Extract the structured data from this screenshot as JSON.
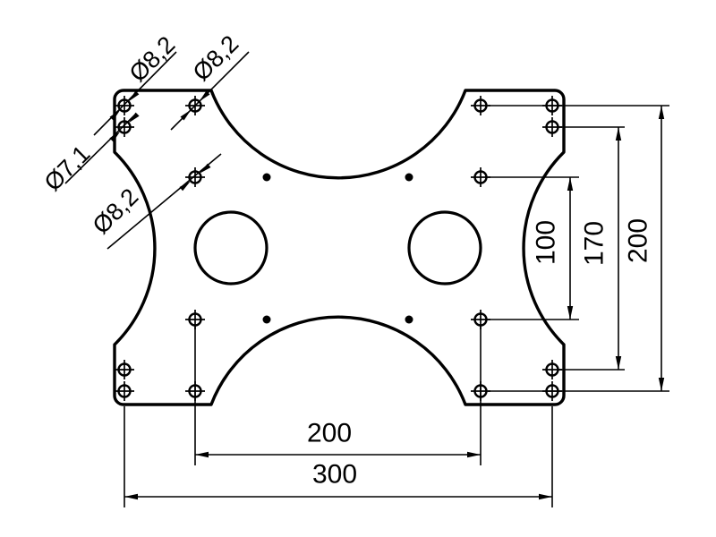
{
  "drawing": {
    "background_color": "#ffffff",
    "line_color": "#000000",
    "diameter_dimensions": [
      {
        "label": "Ø8,2",
        "value": 8.2,
        "target": "corner-hole-top-left"
      },
      {
        "label": "Ø8,2",
        "value": 8.2,
        "target": "top-inner-hole"
      },
      {
        "label": "Ø7,1",
        "value": 7.1,
        "target": "corner-hole-lower"
      },
      {
        "label": "Ø8,2",
        "value": 8.2,
        "target": "mid-inner-hole"
      }
    ],
    "linear_dimensions": [
      {
        "label": "100",
        "value": 100,
        "orientation": "vertical",
        "side": "right"
      },
      {
        "label": "170",
        "value": 170,
        "orientation": "vertical",
        "side": "right"
      },
      {
        "label": "200",
        "value": 200,
        "orientation": "vertical",
        "side": "right"
      },
      {
        "label": "200",
        "value": 200,
        "orientation": "horizontal",
        "side": "bottom"
      },
      {
        "label": "300",
        "value": 300,
        "orientation": "horizontal",
        "side": "bottom"
      }
    ]
  }
}
